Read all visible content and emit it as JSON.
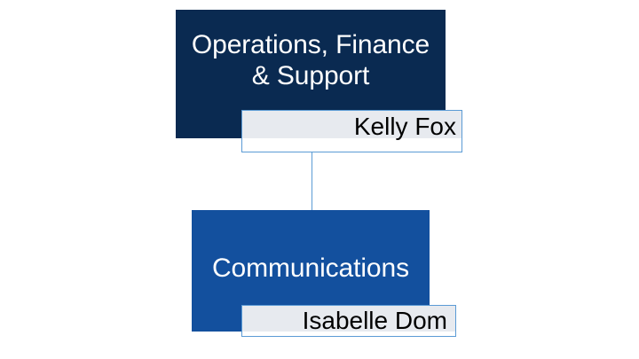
{
  "chart": {
    "type": "org-chart",
    "background": "#ffffff",
    "connector_color": "#5b9bd5",
    "nodes": [
      {
        "id": "operations",
        "title": "Operations, Finance\n& Support",
        "person": "Kelly Fox",
        "box_color": "#0a2a51",
        "title_color": "#ffffff",
        "plate_fill": "#e7eaef",
        "plate_border": "#5b9bd5",
        "person_color": "#000000"
      },
      {
        "id": "communications",
        "title": "Communications",
        "person": "Isabelle Dom",
        "box_color": "#13509e",
        "title_color": "#ffffff",
        "plate_fill": "#e7eaef",
        "plate_border": "#5b9bd5",
        "person_color": "#000000"
      }
    ],
    "edges": [
      {
        "from": "operations",
        "to": "communications"
      }
    ]
  }
}
